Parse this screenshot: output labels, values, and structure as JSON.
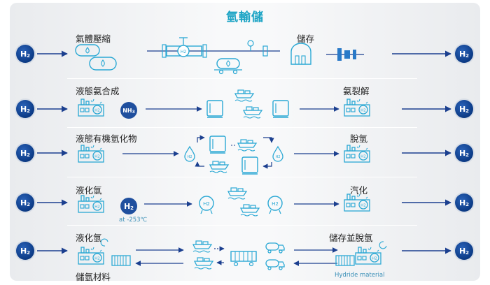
{
  "title": "氫輸儲",
  "h2_badge": "H",
  "h2_sub": "2",
  "rows": [
    {
      "left_label": "氣體壓縮",
      "right_label": "儲存"
    },
    {
      "left_label": "液態氨合成",
      "right_label": "氨裂解",
      "badge_main": "NH",
      "badge_sub": "3"
    },
    {
      "left_label": "液態有機氫化物",
      "right_label": "脫氫"
    },
    {
      "left_label": "液化氫",
      "right_label": "汽化",
      "note": "at -253℃"
    },
    {
      "left_label": "液化氫",
      "right_label": "儲存並脫氫",
      "bottom_left_label": "儲氫材料",
      "note": "Hydride material"
    }
  ],
  "colors": {
    "title": "#1aa3c4",
    "icon": "#2aa8d4",
    "arrow": "#1b3f8f",
    "badge": "#0b3a85"
  }
}
